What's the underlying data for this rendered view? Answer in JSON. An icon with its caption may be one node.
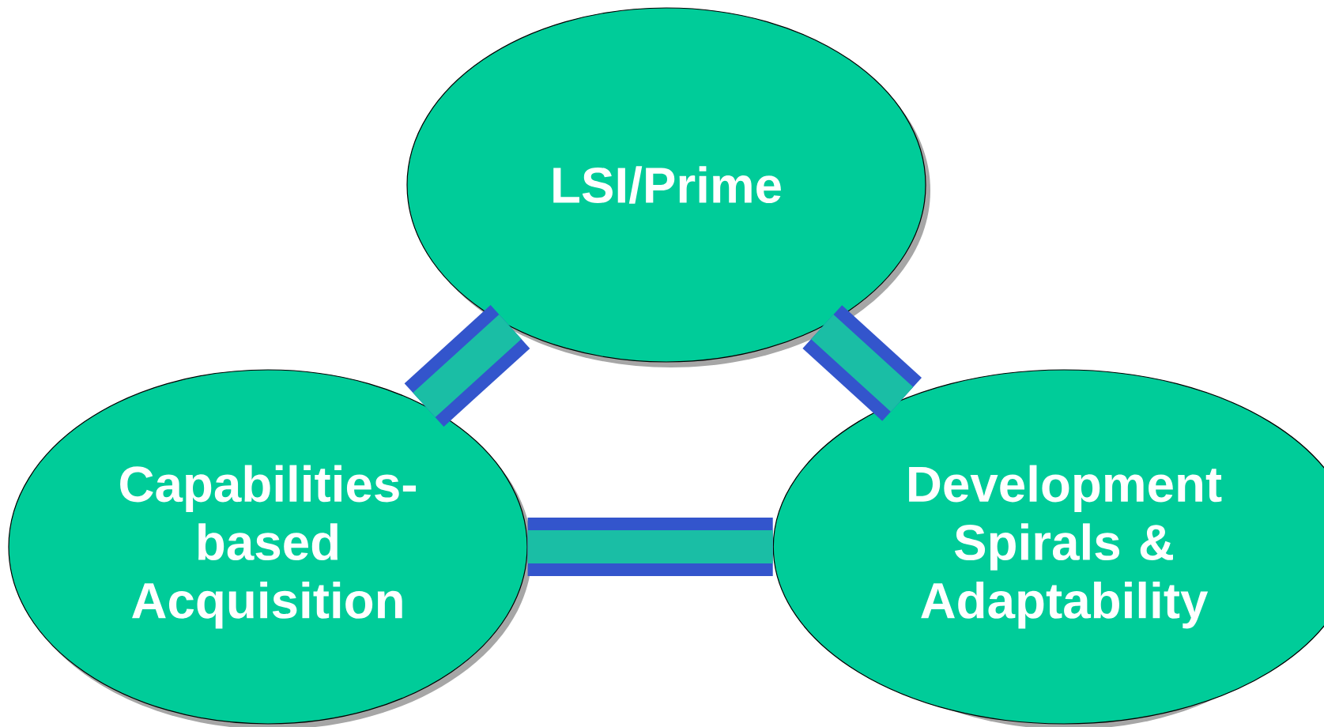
{
  "diagram": {
    "nodes": [
      {
        "text": [
          "LSI/Prime"
        ]
      },
      {
        "text": [
          "Capabilities- based Acquisition"
        ]
      },
      {
        "text": [
          "Development Spirals & Adaptability"
        ]
      }
    ],
    "edges": [
      {
        "from": 0,
        "to": 1,
        "arrow": "none"
      },
      {
        "from": 0,
        "to": 2,
        "arrow": "none"
      },
      {
        "from": 1,
        "to": 2,
        "arrow": "none"
      }
    ]
  }
}
